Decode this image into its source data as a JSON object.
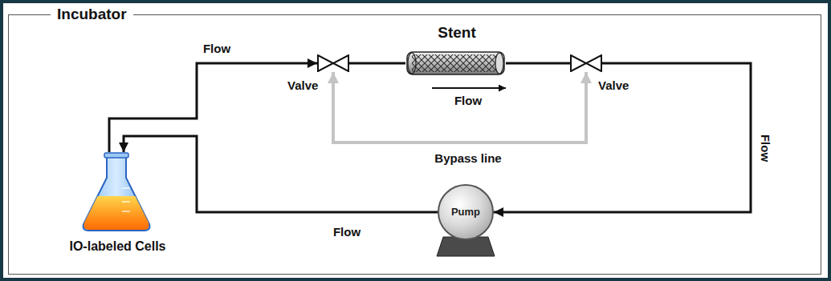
{
  "diagram": {
    "nodes": [
      {
        "text": [
          "Incubator"
        ]
      },
      {
        "text": [
          "Stent"
        ],
        "in": 0
      },
      {
        "text": [
          "Valve"
        ],
        "in": 0
      },
      {
        "text": [
          "Valve"
        ],
        "in": 0
      },
      {
        "text": [
          "Pump"
        ],
        "in": 0
      },
      {
        "text": [
          "IO-labeled Cells"
        ],
        "in": 0
      }
    ],
    "edges": [
      {
        "from": 5,
        "to": 2,
        "arrow": "to",
        "label": "Flow"
      },
      {
        "from": 2,
        "to": 1,
        "arrow": "none"
      },
      {
        "from": 1,
        "to": 3,
        "arrow": "none"
      },
      {
        "from": 3,
        "to": 4,
        "arrow": "to",
        "label": "Flow"
      },
      {
        "from": 4,
        "to": 5,
        "arrow": "to",
        "label": "Flow"
      },
      {
        "from": 2,
        "to": 3,
        "arrow": "both",
        "label": "Bypass line"
      }
    ],
    "labels": [
      "Flow"
    ]
  }
}
